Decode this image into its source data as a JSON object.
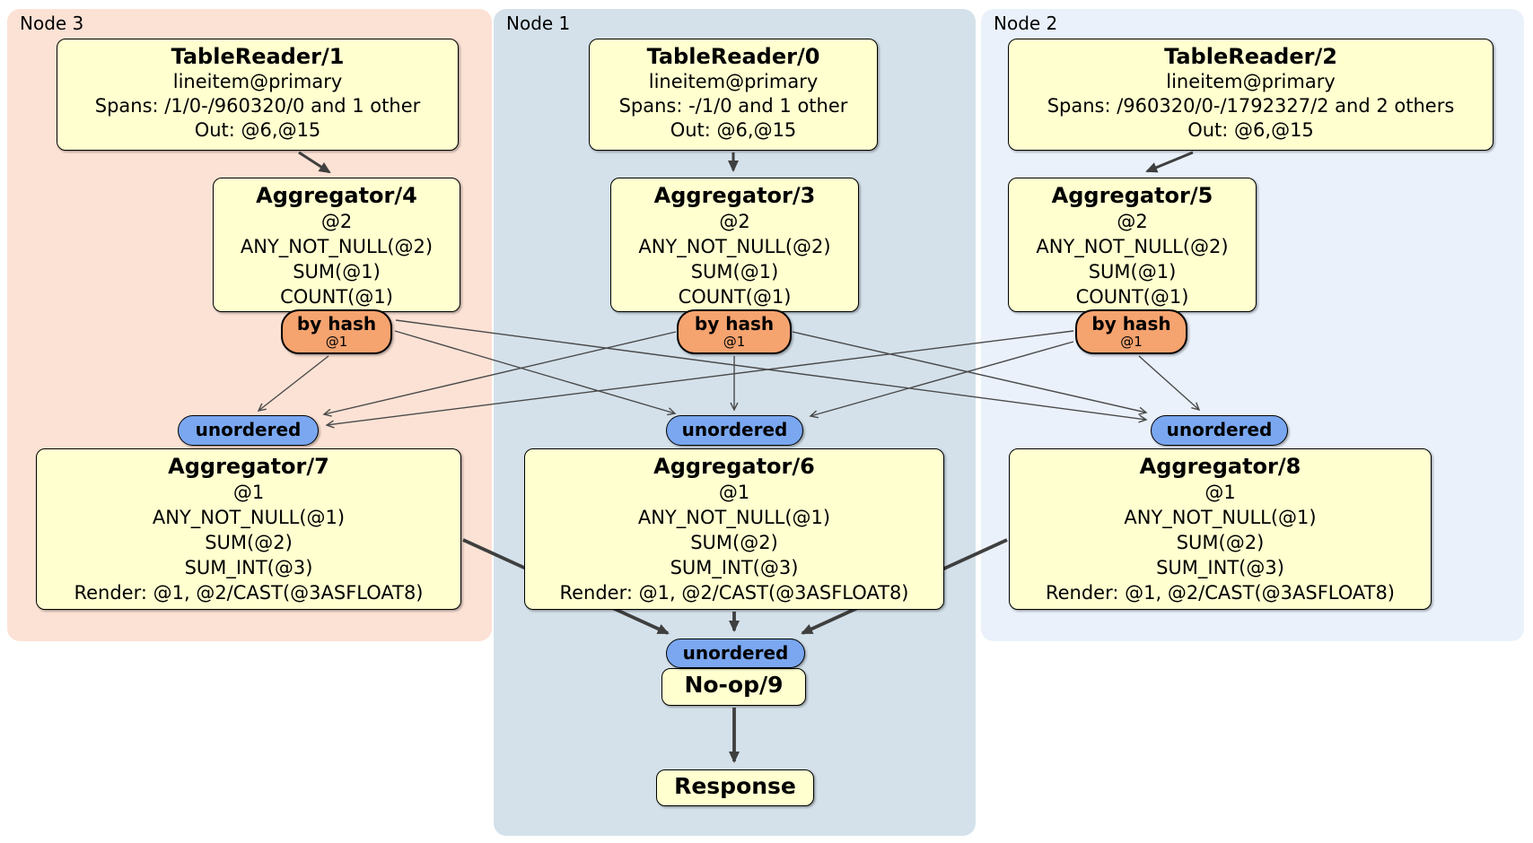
{
  "regions": [
    {
      "id": "node3",
      "label": "Node 3",
      "bg": "#fce2d5"
    },
    {
      "id": "node1",
      "label": "Node 1",
      "bg": "#d4e1ea"
    },
    {
      "id": "node2",
      "label": "Node 2",
      "bg": "#eaf1fb"
    }
  ],
  "processors": {
    "tr1": {
      "title": "TableReader/1",
      "lines": [
        "lineitem@primary",
        "Spans: /1/0-/960320/0 and 1 other",
        "Out: @6,@15"
      ]
    },
    "tr0": {
      "title": "TableReader/0",
      "lines": [
        "lineitem@primary",
        "Spans: -/1/0 and 1 other",
        "Out: @6,@15"
      ]
    },
    "tr2": {
      "title": "TableReader/2",
      "lines": [
        "lineitem@primary",
        "Spans: /960320/0-/1792327/2 and 2 others",
        "Out: @6,@15"
      ]
    },
    "agg4": {
      "title": "Aggregator/4",
      "lines": [
        "@2",
        "ANY_NOT_NULL(@2)",
        "SUM(@1)",
        "COUNT(@1)"
      ]
    },
    "agg3": {
      "title": "Aggregator/3",
      "lines": [
        "@2",
        "ANY_NOT_NULL(@2)",
        "SUM(@1)",
        "COUNT(@1)"
      ]
    },
    "agg5": {
      "title": "Aggregator/5",
      "lines": [
        "@2",
        "ANY_NOT_NULL(@2)",
        "SUM(@1)",
        "COUNT(@1)"
      ]
    },
    "agg7": {
      "title": "Aggregator/7",
      "lines": [
        "@1",
        "ANY_NOT_NULL(@1)",
        "SUM(@2)",
        "SUM_INT(@3)",
        "Render: @1, @2/CAST(@3ASFLOAT8)"
      ]
    },
    "agg6": {
      "title": "Aggregator/6",
      "lines": [
        "@1",
        "ANY_NOT_NULL(@1)",
        "SUM(@2)",
        "SUM_INT(@3)",
        "Render: @1, @2/CAST(@3ASFLOAT8)"
      ]
    },
    "agg8": {
      "title": "Aggregator/8",
      "lines": [
        "@1",
        "ANY_NOT_NULL(@1)",
        "SUM(@2)",
        "SUM_INT(@3)",
        "Render: @1, @2/CAST(@3ASFLOAT8)"
      ]
    },
    "noop": {
      "title": "No-op/9"
    },
    "response": {
      "title": "Response"
    }
  },
  "routers": {
    "hash_node3": {
      "label": "by hash",
      "key": "@1"
    },
    "hash_node1": {
      "label": "by hash",
      "key": "@1"
    },
    "hash_node2": {
      "label": "by hash",
      "key": "@1"
    }
  },
  "syncs": {
    "un_node3": {
      "label": "unordered"
    },
    "un_node1": {
      "label": "unordered"
    },
    "un_node2": {
      "label": "unordered"
    },
    "un_final": {
      "label": "unordered"
    }
  },
  "colors": {
    "node3_bg": "#fce2d5",
    "node1_bg": "#d4e1ea",
    "node2_bg": "#eaf1fb",
    "processor_fill": "#ffffd0",
    "router_fill": "#f5a36f",
    "sync_fill": "#7aa7f0",
    "border": "#000000",
    "edge_thick": "#3f3f3f",
    "edge_thin": "#4a4a4a"
  }
}
